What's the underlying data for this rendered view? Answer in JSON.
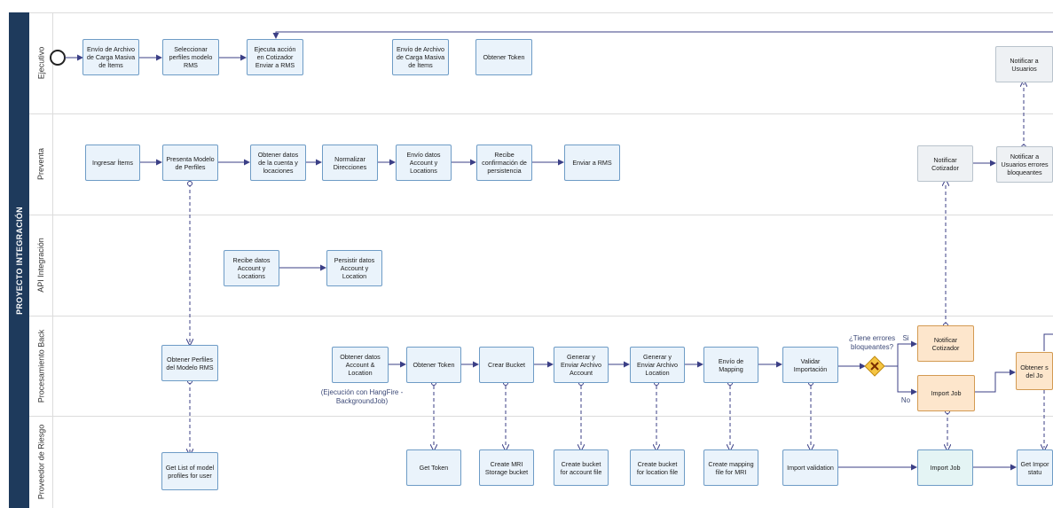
{
  "pool": {
    "title": "PROYECTO INTEGRACIÓN"
  },
  "lanes": [
    "Ejecutivo",
    "Preventa",
    "API Integración",
    "Procesamiento Back",
    "Proveedor de Riesgo"
  ],
  "tasks": {
    "envio_archivo_1": "Envío de Archivo de Carga Masiva de Ítems",
    "seleccionar_perfiles": "Seleccionar perfiles modelo RMS",
    "ejecuta_accion": "Ejecuta acción en Cotizador Enviar a RMS",
    "envio_archivo_2": "Envío de Archivo de Carga Masiva de Ítems",
    "obtener_token_ejec": "Obtener Token",
    "notificar_usuarios": "Notificar a Usuarios",
    "ingresar_items": "Ingresar Ítems",
    "presenta_modelo": "Presenta Modelo de Perfiles",
    "obtener_datos_cuenta": "Obtener datos de la cuenta y locaciones",
    "normalizar": "Normalizar Direcciones",
    "envio_datos": "Envío datos Account y Locations",
    "recibe_confirmacion": "Recibe confirmación de persistencia",
    "enviar_rms": "Enviar a RMS",
    "notificar_cotizador_pre": "Notificar Cotizador",
    "notificar_usuarios_errores": "Notificar a Usuarios errores bloqueantes",
    "recibe_datos": "Recibe datos Account y Locations",
    "persistir_datos": "Persistir datos Account y Location",
    "obtener_perfiles": "Obtener Perfiles del Modelo RMS",
    "obtener_datos_acc": "Obtener datos Account & Location",
    "obtener_token_back": "Obtener Token",
    "crear_bucket": "Crear Bucket",
    "generar_account": "Generar y Enviar Archivo Account",
    "generar_location": "Generar y Enviar Archivo Location",
    "envio_mapping": "Envío de Mapping",
    "validar_importacion": "Validar Importación",
    "notificar_cotizador_back": "Notificar Cotizador",
    "import_job_back": "Import Job",
    "obtener_status": "Obtener s del Jo",
    "get_list": "Get List of model profiles for user",
    "get_token": "Get Token",
    "create_mri": "Create MRI Storage bucket",
    "create_bucket_account": "Create bucket for account file",
    "create_bucket_location": "Create bucket for location file",
    "create_mapping": "Create mapping file for MRI",
    "import_validation": "Import validation",
    "import_job_prov": "Import Job",
    "get_import_status": "Get Impor statu"
  },
  "annotations": {
    "ejecucion": "(Ejecución con HangFire - BackgroundJob)",
    "gateway_question": "¿Tiene errores bloqueantes?",
    "si": "Si",
    "no": "No"
  },
  "colors": {
    "pool": "#1e3a5c",
    "task_fill": "#eaf3fb",
    "task_border": "#6e9cc6",
    "orange_fill": "#fde6cc",
    "arrow": "#3b3f86",
    "gateway": "#f5c542"
  }
}
